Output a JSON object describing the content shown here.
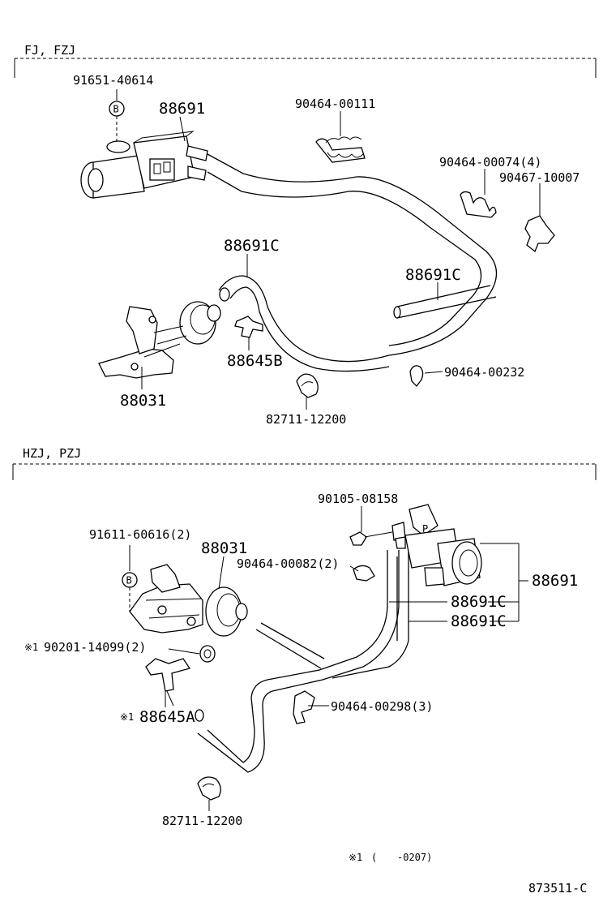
{
  "sections": [
    {
      "title": "FJ, FZJ"
    },
    {
      "title": "HZJ, PZJ"
    }
  ],
  "top": {
    "labels": {
      "p91651": "91651-40614",
      "p88691": "88691",
      "p90464_00111": "90464-00111",
      "p90464_00074": "90464-00074(4)",
      "p90467": "90467-10007",
      "p88691C_a": "88691C",
      "p88691C_b": "88691C",
      "p88645B": "88645B",
      "p88031": "88031",
      "p90464_00232": "90464-00232",
      "p82711": "82711-12200"
    },
    "bolt_badge": "B"
  },
  "bottom": {
    "labels": {
      "p90105": "90105-08158",
      "p91611": "91611-60616(2)",
      "p88031": "88031",
      "p90464_00082": "90464-00082(2)",
      "p88691": "88691",
      "p88691C_a": "88691C",
      "p88691C_b": "88691C",
      "p90201": "90201-14099(2)",
      "p90201_mark": "※1",
      "p88645A": "88645A",
      "p88645A_mark": "※1",
      "p90464_00298": "90464-00298(3)",
      "p82711": "82711-12200"
    },
    "bolt_badge": "B",
    "valve_mark": "P"
  },
  "footnote": {
    "mark": "※1",
    "paren": "(",
    "range": "-0207)"
  },
  "diagram_code": "873511-C"
}
